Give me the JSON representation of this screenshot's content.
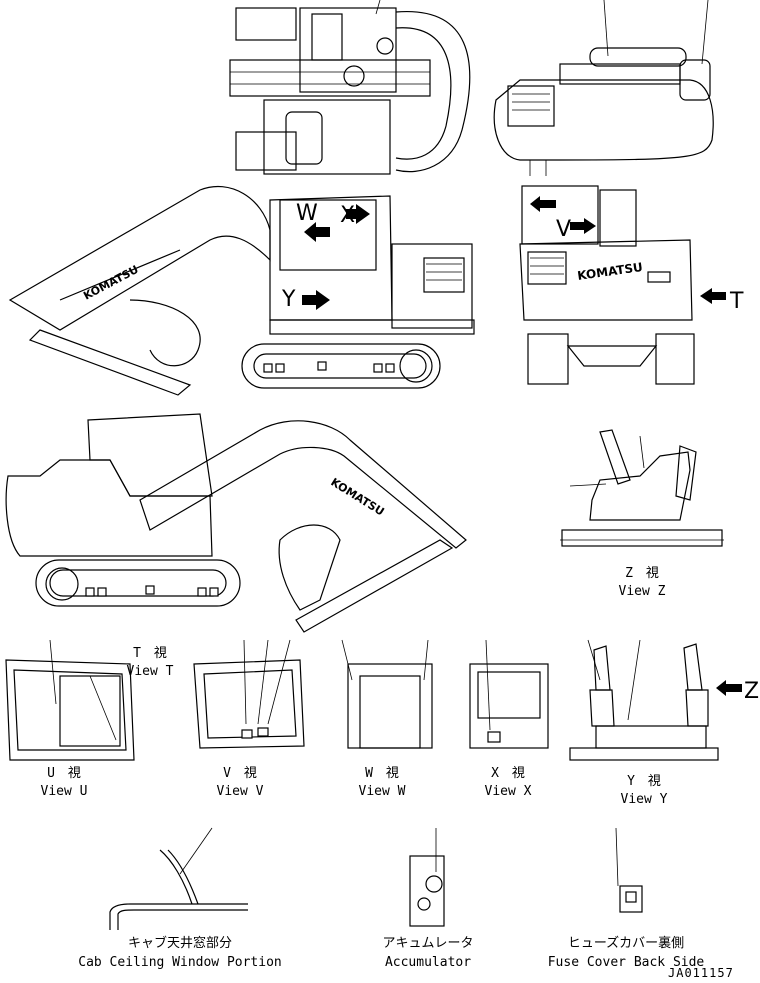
{
  "views": {
    "view_z": {
      "jp": "Z　視",
      "en": "View Z"
    },
    "view_t": {
      "jp": "T　視",
      "en": "View T"
    },
    "view_u": {
      "jp": "U　視",
      "en": "View U"
    },
    "view_v": {
      "jp": "V　視",
      "en": "View V"
    },
    "view_w": {
      "jp": "W　視",
      "en": "View W"
    },
    "view_x": {
      "jp": "X　視",
      "en": "View X"
    },
    "view_y": {
      "jp": "Y　視",
      "en": "View Y"
    }
  },
  "markers": {
    "w": "W",
    "x": "X",
    "v": "V",
    "y": "Y",
    "t": "T",
    "z": "Z"
  },
  "brand": "KOMATSU",
  "details": {
    "cab_ceiling": {
      "jp": "キャブ天井窓部分",
      "en": "Cab Ceiling Window Portion"
    },
    "accumulator": {
      "jp": "アキュムレータ",
      "en": "Accumulator"
    },
    "fuse_cover": {
      "jp": "ヒューズカバー裏側",
      "en": "Fuse Cover Back Side"
    }
  },
  "drawing_code": "JA011157"
}
